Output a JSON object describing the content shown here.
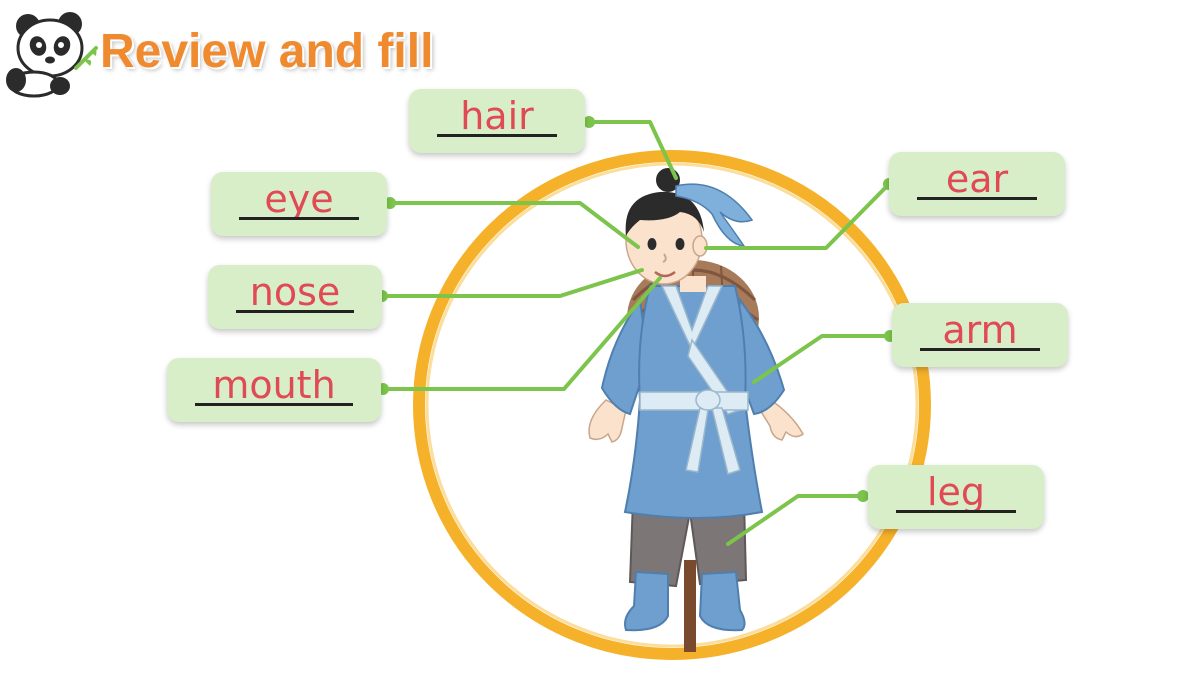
{
  "header": {
    "title": "Review and fill"
  },
  "labels": [
    {
      "id": "hair",
      "text": "hair"
    },
    {
      "id": "eye",
      "text": "eye"
    },
    {
      "id": "nose",
      "text": "nose"
    },
    {
      "id": "mouth",
      "text": "mouth"
    },
    {
      "id": "ear",
      "text": "ear"
    },
    {
      "id": "arm",
      "text": "arm"
    },
    {
      "id": "leg",
      "text": "leg"
    }
  ],
  "icons": {
    "mascot": "panda-icon"
  },
  "colors": {
    "title": "#ef8a2e",
    "answer_text": "#e04a55",
    "label_bg": "#d8eec8",
    "connector": "#7cc44b",
    "ring": "#f6b12a",
    "robe": "#6f9fce",
    "sash": "#dcebf4",
    "trousers": "#7d7676",
    "hair": "#2b2b2b",
    "skin": "#fbe2cc",
    "basket": "#a77a5a"
  }
}
